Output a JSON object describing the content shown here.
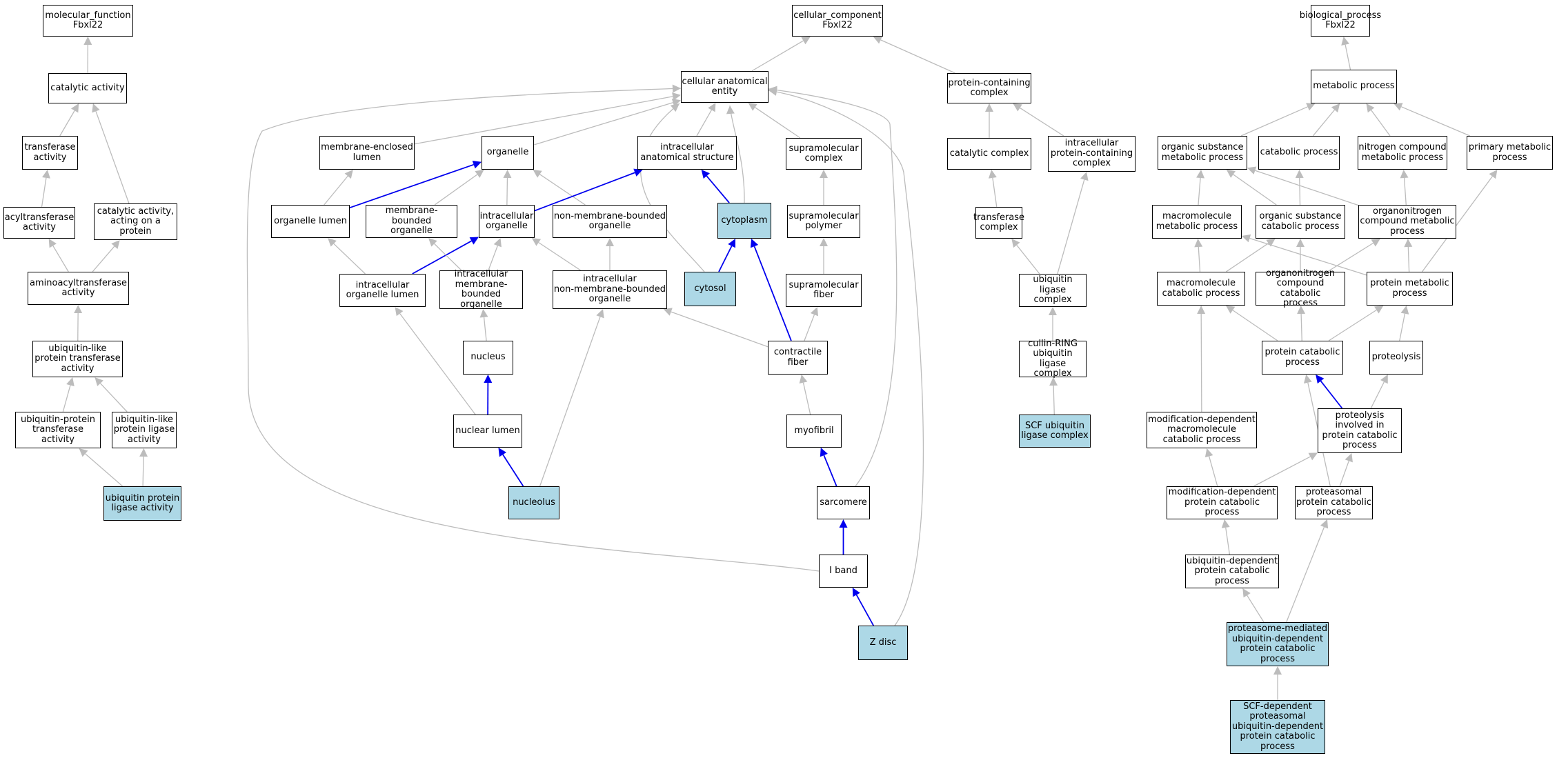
{
  "graph": {
    "colors": {
      "edge_default": "#bcbcbc",
      "edge_path": "#0000ee",
      "highlight_fill": "#add8e6",
      "node_fill": "#ffffff",
      "border": "#000000"
    },
    "nodes": [
      {
        "id": "mf",
        "label": "molecular_function\nFbxl22",
        "highlight": false
      },
      {
        "id": "catact",
        "label": "catalytic activity",
        "highlight": false
      },
      {
        "id": "transact",
        "label": "transferase\nactivity",
        "highlight": false
      },
      {
        "id": "acyl",
        "label": "acyltransferase\nactivity",
        "highlight": false
      },
      {
        "id": "catprot",
        "label": "catalytic activity,\nacting on a\nprotein",
        "highlight": false
      },
      {
        "id": "aminoacyl",
        "label": "aminoacyltransferase\nactivity",
        "highlight": false
      },
      {
        "id": "ublike_tr",
        "label": "ubiquitin-like\nprotein transferase\nactivity",
        "highlight": false
      },
      {
        "id": "ubprot_tr",
        "label": "ubiquitin-protein\ntransferase\nactivity",
        "highlight": false
      },
      {
        "id": "ublike_lig",
        "label": "ubiquitin-like\nprotein ligase\nactivity",
        "highlight": false
      },
      {
        "id": "ubprot_lig",
        "label": "ubiquitin protein\nligase activity",
        "highlight": true
      },
      {
        "id": "cc",
        "label": "cellular_component\nFbxl22",
        "highlight": false
      },
      {
        "id": "cae",
        "label": "cellular anatomical\nentity",
        "highlight": false
      },
      {
        "id": "pcc",
        "label": "protein-containing\ncomplex",
        "highlight": false
      },
      {
        "id": "mel",
        "label": "membrane-enclosed\nlumen",
        "highlight": false
      },
      {
        "id": "organelle",
        "label": "organelle",
        "highlight": false
      },
      {
        "id": "ias",
        "label": "intracellular\nanatomical structure",
        "highlight": false
      },
      {
        "id": "supcx",
        "label": "supramolecular\ncomplex",
        "highlight": false
      },
      {
        "id": "catcx",
        "label": "catalytic complex",
        "highlight": false
      },
      {
        "id": "ipcc",
        "label": "intracellular\nprotein-containing\ncomplex",
        "highlight": false
      },
      {
        "id": "orglumen",
        "label": "organelle lumen",
        "highlight": false
      },
      {
        "id": "mbo",
        "label": "membrane-bounded\norganelle",
        "highlight": false
      },
      {
        "id": "intorg",
        "label": "intracellular\norganelle",
        "highlight": false
      },
      {
        "id": "nmbo",
        "label": "non-membrane-bounded\norganelle",
        "highlight": false
      },
      {
        "id": "cytoplasm",
        "label": "cytoplasm",
        "highlight": true
      },
      {
        "id": "suppoly",
        "label": "supramolecular\npolymer",
        "highlight": false
      },
      {
        "id": "transcx",
        "label": "transferase\ncomplex",
        "highlight": false
      },
      {
        "id": "iol",
        "label": "intracellular\norganelle lumen",
        "highlight": false
      },
      {
        "id": "imbo",
        "label": "intracellular\nmembrane-bounded\norganelle",
        "highlight": false
      },
      {
        "id": "inmbo",
        "label": "intracellular\nnon-membrane-bounded\norganelle",
        "highlight": false
      },
      {
        "id": "cytosol",
        "label": "cytosol",
        "highlight": true
      },
      {
        "id": "supfib",
        "label": "supramolecular\nfiber",
        "highlight": false
      },
      {
        "id": "ublcx",
        "label": "ubiquitin ligase\ncomplex",
        "highlight": false
      },
      {
        "id": "nucleus",
        "label": "nucleus",
        "highlight": false
      },
      {
        "id": "contrfib",
        "label": "contractile\nfiber",
        "highlight": false
      },
      {
        "id": "crl",
        "label": "cullin-RING\nubiquitin ligase\ncomplex",
        "highlight": false
      },
      {
        "id": "nuclumen",
        "label": "nuclear lumen",
        "highlight": false
      },
      {
        "id": "myofibril",
        "label": "myofibril",
        "highlight": false
      },
      {
        "id": "scf",
        "label": "SCF ubiquitin\nligase complex",
        "highlight": true
      },
      {
        "id": "nucleolus",
        "label": "nucleolus",
        "highlight": true
      },
      {
        "id": "sarcomere",
        "label": "sarcomere",
        "highlight": false
      },
      {
        "id": "iband",
        "label": "I band",
        "highlight": false
      },
      {
        "id": "zdisc",
        "label": "Z disc",
        "highlight": true
      },
      {
        "id": "bp",
        "label": "biological_process\nFbxl22",
        "highlight": false
      },
      {
        "id": "metab",
        "label": "metabolic process",
        "highlight": false
      },
      {
        "id": "osmp",
        "label": "organic substance\nmetabolic process",
        "highlight": false
      },
      {
        "id": "catabp",
        "label": "catabolic process",
        "highlight": false
      },
      {
        "id": "ncmp",
        "label": "nitrogen compound\nmetabolic process",
        "highlight": false
      },
      {
        "id": "pmp",
        "label": "primary metabolic\nprocess",
        "highlight": false
      },
      {
        "id": "mmp",
        "label": "macromolecule\nmetabolic process",
        "highlight": false
      },
      {
        "id": "oscp",
        "label": "organic substance\ncatabolic process",
        "highlight": false
      },
      {
        "id": "ocmp",
        "label": "organonitrogen\ncompound metabolic\nprocess",
        "highlight": false
      },
      {
        "id": "mcp",
        "label": "macromolecule\ncatabolic process",
        "highlight": false
      },
      {
        "id": "occp",
        "label": "organonitrogen\ncompound catabolic\nprocess",
        "highlight": false
      },
      {
        "id": "protmp",
        "label": "protein metabolic\nprocess",
        "highlight": false
      },
      {
        "id": "pcp",
        "label": "protein catabolic\nprocess",
        "highlight": false
      },
      {
        "id": "proteolysis",
        "label": "proteolysis",
        "highlight": false
      },
      {
        "id": "mdmcp",
        "label": "modification-dependent\nmacromolecule\ncatabolic process",
        "highlight": false
      },
      {
        "id": "pipcp",
        "label": "proteolysis\ninvolved in\nprotein catabolic\nprocess",
        "highlight": false
      },
      {
        "id": "mdpcp",
        "label": "modification-dependent\nprotein catabolic\nprocess",
        "highlight": false
      },
      {
        "id": "proteasomal",
        "label": "proteasomal\nprotein catabolic\nprocess",
        "highlight": false
      },
      {
        "id": "udpcp",
        "label": "ubiquitin-dependent\nprotein catabolic\nprocess",
        "highlight": false
      },
      {
        "id": "pmudp",
        "label": "proteasome-mediated\nubiquitin-dependent\nprotein catabolic\nprocess",
        "highlight": true
      },
      {
        "id": "scfdep",
        "label": "SCF-dependent\nproteasomal\nubiquitin-dependent\nprotein catabolic\nprocess",
        "highlight": true
      }
    ],
    "edges": [
      {
        "from": "catact",
        "to": "mf",
        "path": false
      },
      {
        "from": "transact",
        "to": "catact",
        "path": false
      },
      {
        "from": "catprot",
        "to": "catact",
        "path": false
      },
      {
        "from": "acyl",
        "to": "transact",
        "path": false
      },
      {
        "from": "aminoacyl",
        "to": "acyl",
        "path": false
      },
      {
        "from": "aminoacyl",
        "to": "catprot",
        "path": false
      },
      {
        "from": "ublike_tr",
        "to": "aminoacyl",
        "path": false
      },
      {
        "from": "ubprot_tr",
        "to": "ublike_tr",
        "path": false
      },
      {
        "from": "ublike_lig",
        "to": "ublike_tr",
        "path": false
      },
      {
        "from": "ubprot_lig",
        "to": "ubprot_tr",
        "path": false
      },
      {
        "from": "ubprot_lig",
        "to": "ublike_lig",
        "path": false
      },
      {
        "from": "cae",
        "to": "cc",
        "path": false
      },
      {
        "from": "pcc",
        "to": "cc",
        "path": false
      },
      {
        "from": "mel",
        "to": "cae",
        "path": false
      },
      {
        "from": "organelle",
        "to": "cae",
        "path": false
      },
      {
        "from": "ias",
        "to": "cae",
        "path": false
      },
      {
        "from": "supcx",
        "to": "cae",
        "path": false
      },
      {
        "from": "cytoplasm",
        "to": "cae",
        "path": false
      },
      {
        "from": "cytosol",
        "to": "cae",
        "path": false
      },
      {
        "from": "sarcomere",
        "to": "cae",
        "path": false
      },
      {
        "from": "iband",
        "to": "cae",
        "path": false
      },
      {
        "from": "zdisc",
        "to": "cae",
        "path": false
      },
      {
        "from": "orglumen",
        "to": "mel",
        "path": false
      },
      {
        "from": "orglumen",
        "to": "organelle",
        "path": true
      },
      {
        "from": "mbo",
        "to": "organelle",
        "path": false
      },
      {
        "from": "intorg",
        "to": "organelle",
        "path": false
      },
      {
        "from": "nmbo",
        "to": "organelle",
        "path": false
      },
      {
        "from": "intorg",
        "to": "ias",
        "path": true
      },
      {
        "from": "cytoplasm",
        "to": "ias",
        "path": true
      },
      {
        "from": "suppoly",
        "to": "supcx",
        "path": false
      },
      {
        "from": "catcx",
        "to": "pcc",
        "path": false
      },
      {
        "from": "ipcc",
        "to": "pcc",
        "path": false
      },
      {
        "from": "transcx",
        "to": "catcx",
        "path": false
      },
      {
        "from": "iol",
        "to": "orglumen",
        "path": false
      },
      {
        "from": "iol",
        "to": "intorg",
        "path": true
      },
      {
        "from": "imbo",
        "to": "mbo",
        "path": false
      },
      {
        "from": "imbo",
        "to": "intorg",
        "path": false
      },
      {
        "from": "inmbo",
        "to": "intorg",
        "path": false
      },
      {
        "from": "inmbo",
        "to": "nmbo",
        "path": false
      },
      {
        "from": "cytosol",
        "to": "cytoplasm",
        "path": true
      },
      {
        "from": "contrfib",
        "to": "cytoplasm",
        "path": true
      },
      {
        "from": "supfib",
        "to": "suppoly",
        "path": false
      },
      {
        "from": "ublcx",
        "to": "transcx",
        "path": false
      },
      {
        "from": "ublcx",
        "to": "ipcc",
        "path": false
      },
      {
        "from": "nucleus",
        "to": "imbo",
        "path": false
      },
      {
        "from": "contrfib",
        "to": "inmbo",
        "path": false
      },
      {
        "from": "contrfib",
        "to": "supfib",
        "path": false
      },
      {
        "from": "crl",
        "to": "ublcx",
        "path": false
      },
      {
        "from": "nuclumen",
        "to": "iol",
        "path": false
      },
      {
        "from": "nuclumen",
        "to": "nucleus",
        "path": true
      },
      {
        "from": "myofibril",
        "to": "contrfib",
        "path": false
      },
      {
        "from": "scf",
        "to": "crl",
        "path": false
      },
      {
        "from": "nucleolus",
        "to": "nuclumen",
        "path": true
      },
      {
        "from": "nucleolus",
        "to": "inmbo",
        "path": false
      },
      {
        "from": "sarcomere",
        "to": "myofibril",
        "path": true
      },
      {
        "from": "iband",
        "to": "sarcomere",
        "path": true
      },
      {
        "from": "zdisc",
        "to": "iband",
        "path": true
      },
      {
        "from": "metab",
        "to": "bp",
        "path": false
      },
      {
        "from": "osmp",
        "to": "metab",
        "path": false
      },
      {
        "from": "catabp",
        "to": "metab",
        "path": false
      },
      {
        "from": "ncmp",
        "to": "metab",
        "path": false
      },
      {
        "from": "pmp",
        "to": "metab",
        "path": false
      },
      {
        "from": "mmp",
        "to": "osmp",
        "path": false
      },
      {
        "from": "oscp",
        "to": "osmp",
        "path": false
      },
      {
        "from": "oscp",
        "to": "catabp",
        "path": false
      },
      {
        "from": "ocmp",
        "to": "osmp",
        "path": false
      },
      {
        "from": "ocmp",
        "to": "ncmp",
        "path": false
      },
      {
        "from": "mcp",
        "to": "mmp",
        "path": false
      },
      {
        "from": "mcp",
        "to": "oscp",
        "path": false
      },
      {
        "from": "occp",
        "to": "oscp",
        "path": false
      },
      {
        "from": "occp",
        "to": "ocmp",
        "path": false
      },
      {
        "from": "protmp",
        "to": "mmp",
        "path": false
      },
      {
        "from": "protmp",
        "to": "ocmp",
        "path": false
      },
      {
        "from": "protmp",
        "to": "pmp",
        "path": false
      },
      {
        "from": "pcp",
        "to": "mcp",
        "path": false
      },
      {
        "from": "pcp",
        "to": "occp",
        "path": false
      },
      {
        "from": "pcp",
        "to": "protmp",
        "path": false
      },
      {
        "from": "proteolysis",
        "to": "protmp",
        "path": false
      },
      {
        "from": "mdmcp",
        "to": "mcp",
        "path": false
      },
      {
        "from": "pipcp",
        "to": "pcp",
        "path": true
      },
      {
        "from": "pipcp",
        "to": "proteolysis",
        "path": false
      },
      {
        "from": "mdpcp",
        "to": "mdmcp",
        "path": false
      },
      {
        "from": "mdpcp",
        "to": "pipcp",
        "path": false
      },
      {
        "from": "proteasomal",
        "to": "pipcp",
        "path": false
      },
      {
        "from": "proteasomal",
        "to": "pcp",
        "path": false
      },
      {
        "from": "udpcp",
        "to": "mdpcp",
        "path": false
      },
      {
        "from": "pmudp",
        "to": "udpcp",
        "path": false
      },
      {
        "from": "pmudp",
        "to": "proteasomal",
        "path": false
      },
      {
        "from": "scfdep",
        "to": "pmudp",
        "path": false
      }
    ]
  }
}
